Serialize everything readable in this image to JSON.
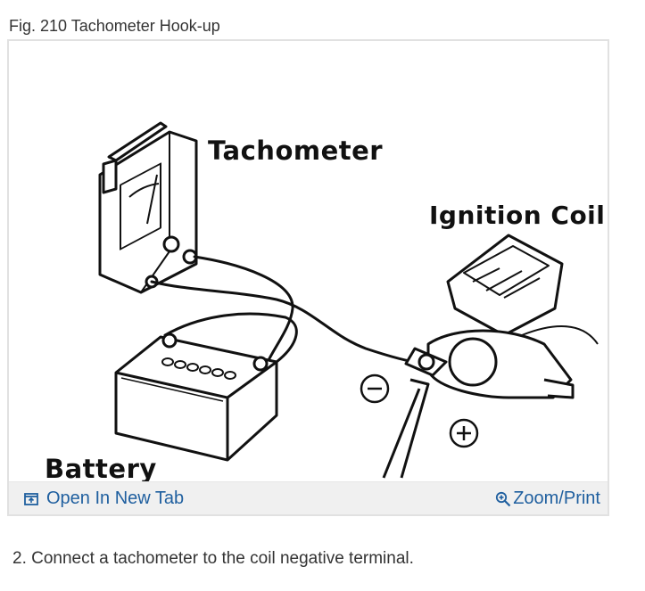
{
  "figure": {
    "caption": "Fig. 210 Tachometer Hook-up",
    "labels": {
      "tachometer": "Tachometer",
      "ignition_coil": "Ignition Coil",
      "battery": "Battery"
    },
    "symbols": {
      "negative": "−",
      "positive": "+"
    }
  },
  "toolbar": {
    "open_label": "Open In New Tab",
    "zoom_label": "Zoom/Print",
    "link_color": "#1f5f9f"
  },
  "instructions": {
    "step": "2. Connect a tachometer to the coil negative terminal."
  }
}
